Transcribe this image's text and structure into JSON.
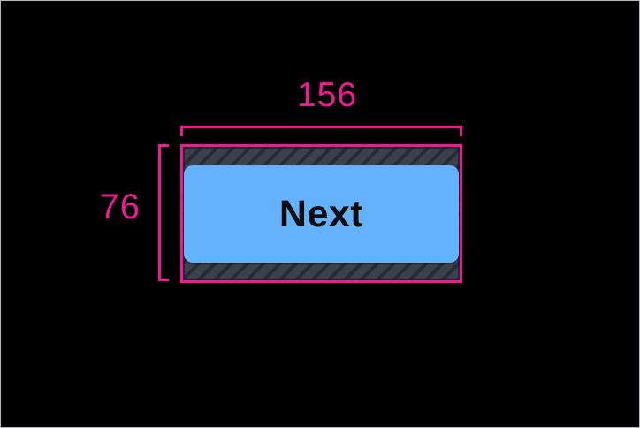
{
  "diagram": {
    "width_label": "156",
    "height_label": "76",
    "button_label": "Next"
  },
  "colors": {
    "background": "#000000",
    "frame_border": "#b7babc",
    "annotation_pink": "#eb1b93",
    "hatch_base": "#3a414c",
    "hatch_stripe": "#262c35",
    "button_blue": "#64b2fb",
    "button_text": "#0b0b0d"
  }
}
